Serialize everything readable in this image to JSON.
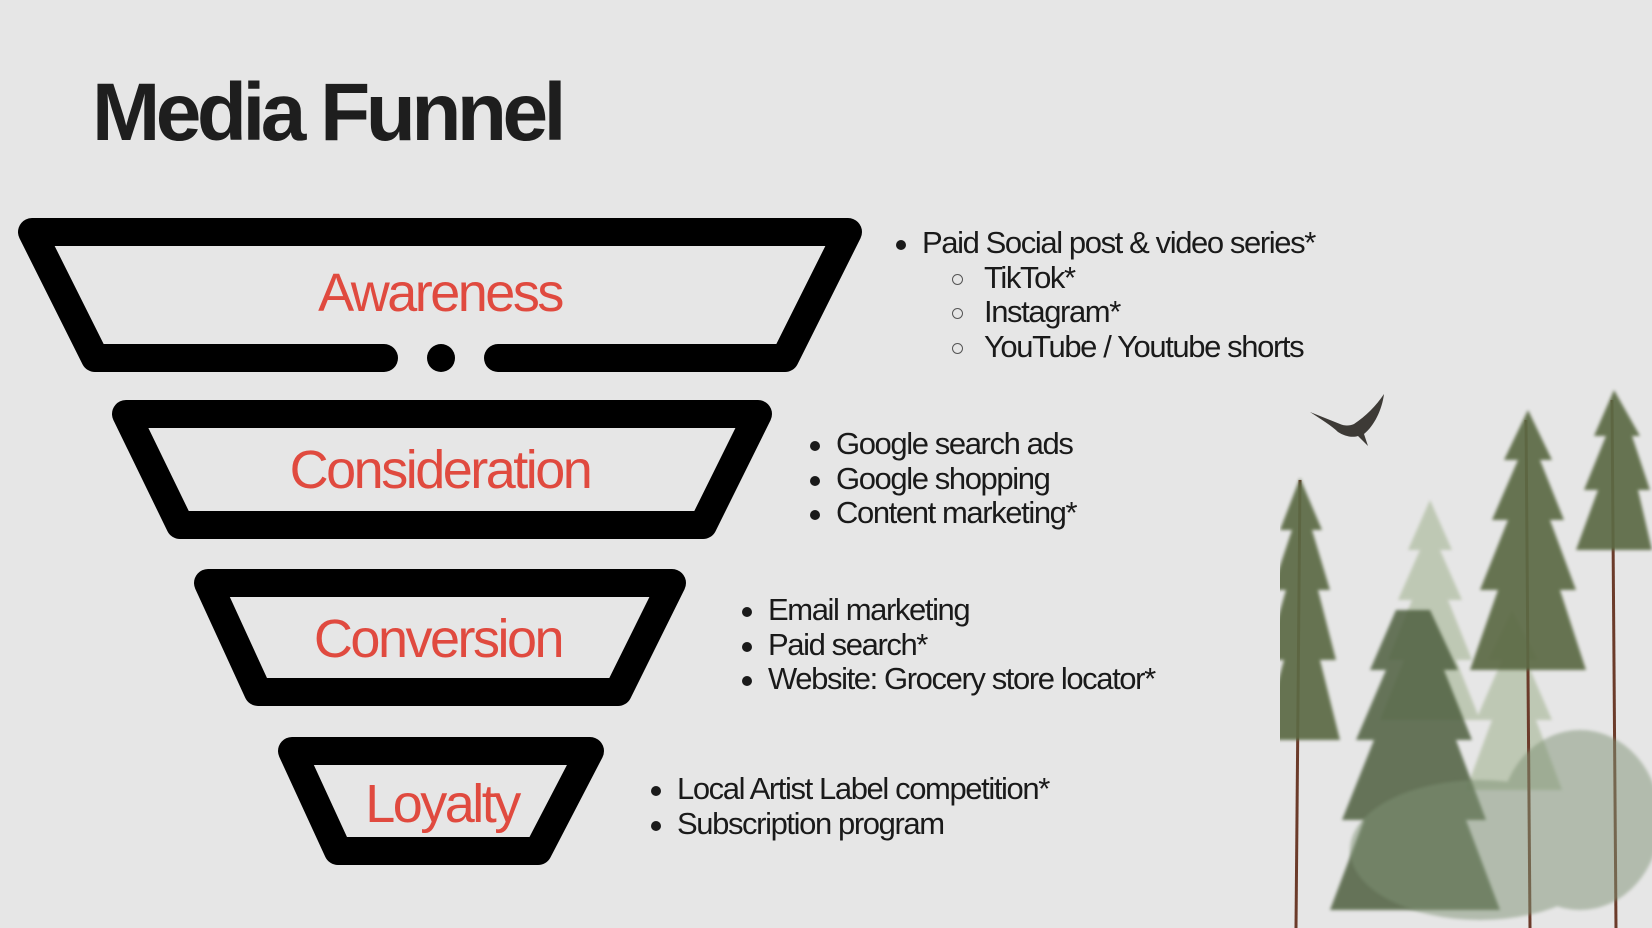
{
  "slide": {
    "title": "Media Funnel"
  },
  "funnel": {
    "stages": [
      {
        "label": "Awareness",
        "items": [
          "Paid Social post & video series*"
        ],
        "sub_items": [
          "TikTok*",
          "Instagram*",
          "YouTube / Youtube shorts"
        ]
      },
      {
        "label": "Consideration",
        "items": [
          "Google search ads",
          "Google shopping",
          "Content marketing*"
        ]
      },
      {
        "label": "Conversion",
        "items": [
          "Email marketing",
          "Paid search*",
          "Website: Grocery store locator*"
        ]
      },
      {
        "label": "Loyalty",
        "items": [
          "Local Artist Label competition*",
          "Subscription program"
        ]
      }
    ]
  },
  "colors": {
    "label_red": "#e04a3f",
    "outline": "#000000",
    "background": "#e6e6e6",
    "tree_green": "#5b6b45"
  }
}
